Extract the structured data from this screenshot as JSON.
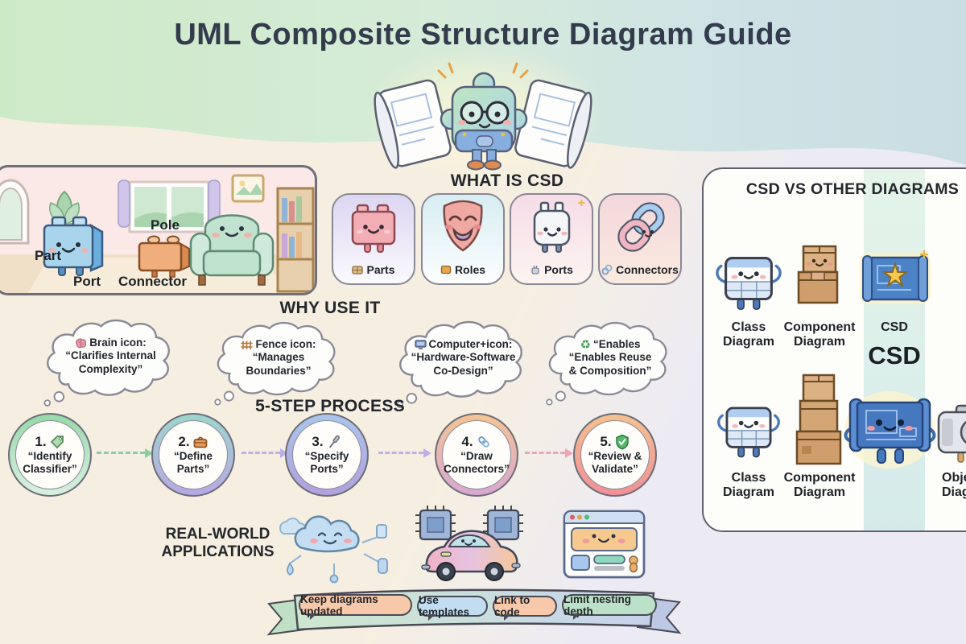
{
  "title": "UML Composite Structure Diagram Guide",
  "living_room": {
    "part": "Part",
    "port": "Port",
    "pole": "Pole",
    "connector": "Connector"
  },
  "what_is_csd": {
    "heading": "WHAT IS CSD",
    "cards": [
      {
        "label": "Parts",
        "icon": "brick-icon"
      },
      {
        "label": "Roles",
        "icon": "mask-icon"
      },
      {
        "label": "Ports",
        "icon": "plug-icon"
      },
      {
        "label": "Connectors",
        "icon": "chain-link-icon"
      }
    ]
  },
  "csd_vs_other": {
    "heading": "CSD VS OTHER DIAGRAMS",
    "row1": [
      {
        "label": "Class Diagram",
        "icon": "class-table-icon"
      },
      {
        "label": "Component Diagram",
        "icon": "component-boxes-icon"
      },
      {
        "label": "CSD",
        "icon": "blueprint-star-icon"
      }
    ],
    "big_label": "CSD",
    "row2": [
      {
        "label": "Class Diagram",
        "icon": "class-table-icon"
      },
      {
        "label": "Component Diagram",
        "icon": "component-boxes-stack-icon"
      },
      {
        "label": "Object Diagram",
        "icon": "camera-icon"
      }
    ]
  },
  "why_use_it": {
    "heading": "WHY USE IT",
    "clouds": [
      {
        "icon": "brain-icon",
        "line1": "Brain icon:",
        "line2": "“Clarifies Internal",
        "line3": "Complexity”"
      },
      {
        "icon": "fence-icon",
        "line1": "Fence icon:",
        "line2": "“Manages",
        "line3": "Boundaries”"
      },
      {
        "icon": "computer-icon",
        "line1": "Computer+icon:",
        "line2": "“Hardware-Software",
        "line3": "Co-Design”"
      },
      {
        "icon": "recycle-icon",
        "line1": "“Enables",
        "line2": "“Enables Reuse",
        "line3": "& Composition”"
      }
    ]
  },
  "five_step": {
    "heading": "5-STEP PROCESS",
    "steps": [
      {
        "num": "1.",
        "icon": "tag-icon",
        "line1": "“Identify",
        "line2": "Classifier”"
      },
      {
        "num": "2.",
        "icon": "toolbox-icon",
        "line1": "“Define",
        "line2": "Parts”"
      },
      {
        "num": "3.",
        "icon": "tool-icon",
        "line1": "“Specify",
        "line2": "Ports”"
      },
      {
        "num": "4.",
        "icon": "chain-link-icon",
        "line1": "“Draw",
        "line2": "Connectors”"
      },
      {
        "num": "5.",
        "icon": "shield-check-icon",
        "line1": "“Review &",
        "line2": "Validate”"
      }
    ]
  },
  "real_world": {
    "heading_line1": "REAL-WORLD",
    "heading_line2": "APPLICATIONS",
    "icons": [
      "cloud-network-icon",
      "smart-car-icon",
      "web-app-icon"
    ]
  },
  "ribbon": {
    "tags": [
      {
        "label": "Keep diagrams updated",
        "color": "#f7c8a9"
      },
      {
        "label": "Use templates",
        "color": "#c2ddf2"
      },
      {
        "label": "Link to code",
        "color": "#f7c8a9"
      },
      {
        "label": "Limit nesting depth",
        "color": "#bbe2c8"
      }
    ]
  },
  "palette": {
    "accent_navy": "#333b4d",
    "mint_band": "#cdeac7",
    "teal_band": "#cfe3e6",
    "cream_bg": "#f6efe1",
    "lavender_bg": "#edecf5",
    "highlight_band": "#dff0e6",
    "ribbon_green": "#cde7cd",
    "ribbon_blue": "#c6d2ec"
  }
}
